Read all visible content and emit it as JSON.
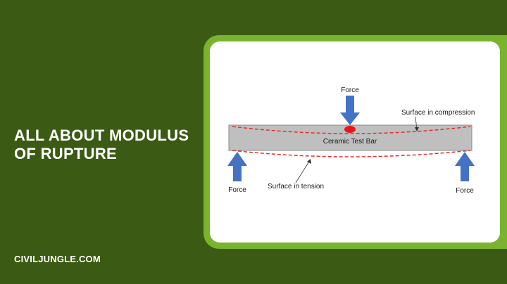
{
  "headline": {
    "line1": "ALL ABOUT MODULUS",
    "line2": "OF RUPTURE"
  },
  "site": "CIVILJUNGLE.COM",
  "diagram": {
    "bar_label": "Ceramic Test Bar",
    "top_force_label": "Force",
    "left_force_label": "Force",
    "right_force_label": "Force",
    "compression_label": "Surface in compression",
    "tension_label": "Surface in tension"
  },
  "colors": {
    "background": "#3b5a14",
    "card_border": "#7ab32e",
    "arrow": "#4472c4",
    "bar_fill": "#bfbfbf",
    "dashed_curve": "#e0302a"
  }
}
